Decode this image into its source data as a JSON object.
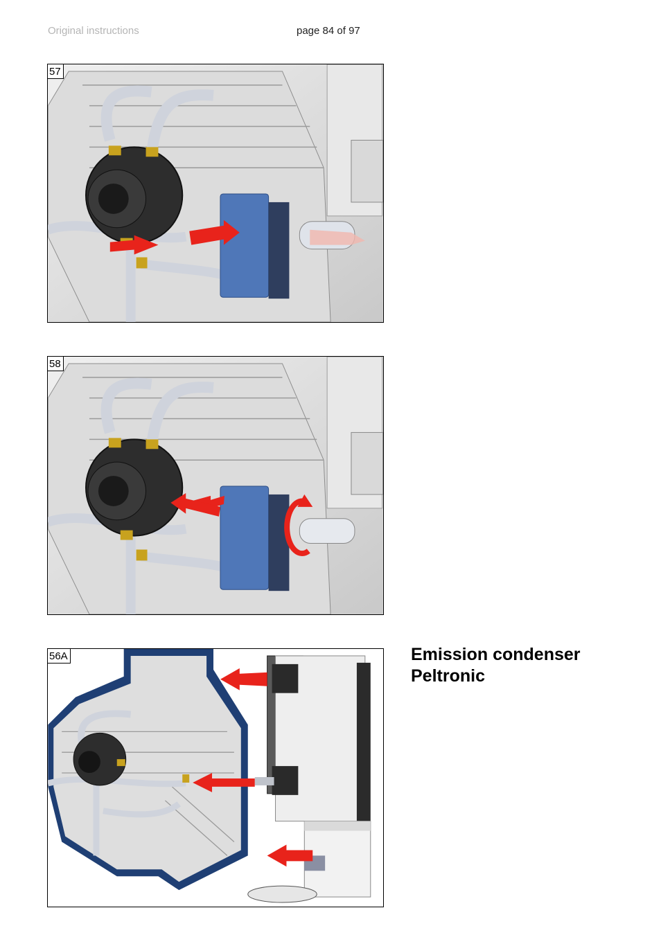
{
  "header": {
    "left_text": "Original instructions",
    "page_indicator": "page 84 of 97"
  },
  "figures": [
    {
      "number": "57"
    },
    {
      "number": "58"
    },
    {
      "number": "56A"
    }
  ],
  "section": {
    "title_line1": "Emission condenser",
    "title_line2": "Peltronic"
  },
  "colors": {
    "arrow_red": "#e8231b",
    "bracket_blue": "#4f77b8",
    "fitting_gold": "#c8a21e",
    "pipe_silver": "#cfd3dc"
  }
}
